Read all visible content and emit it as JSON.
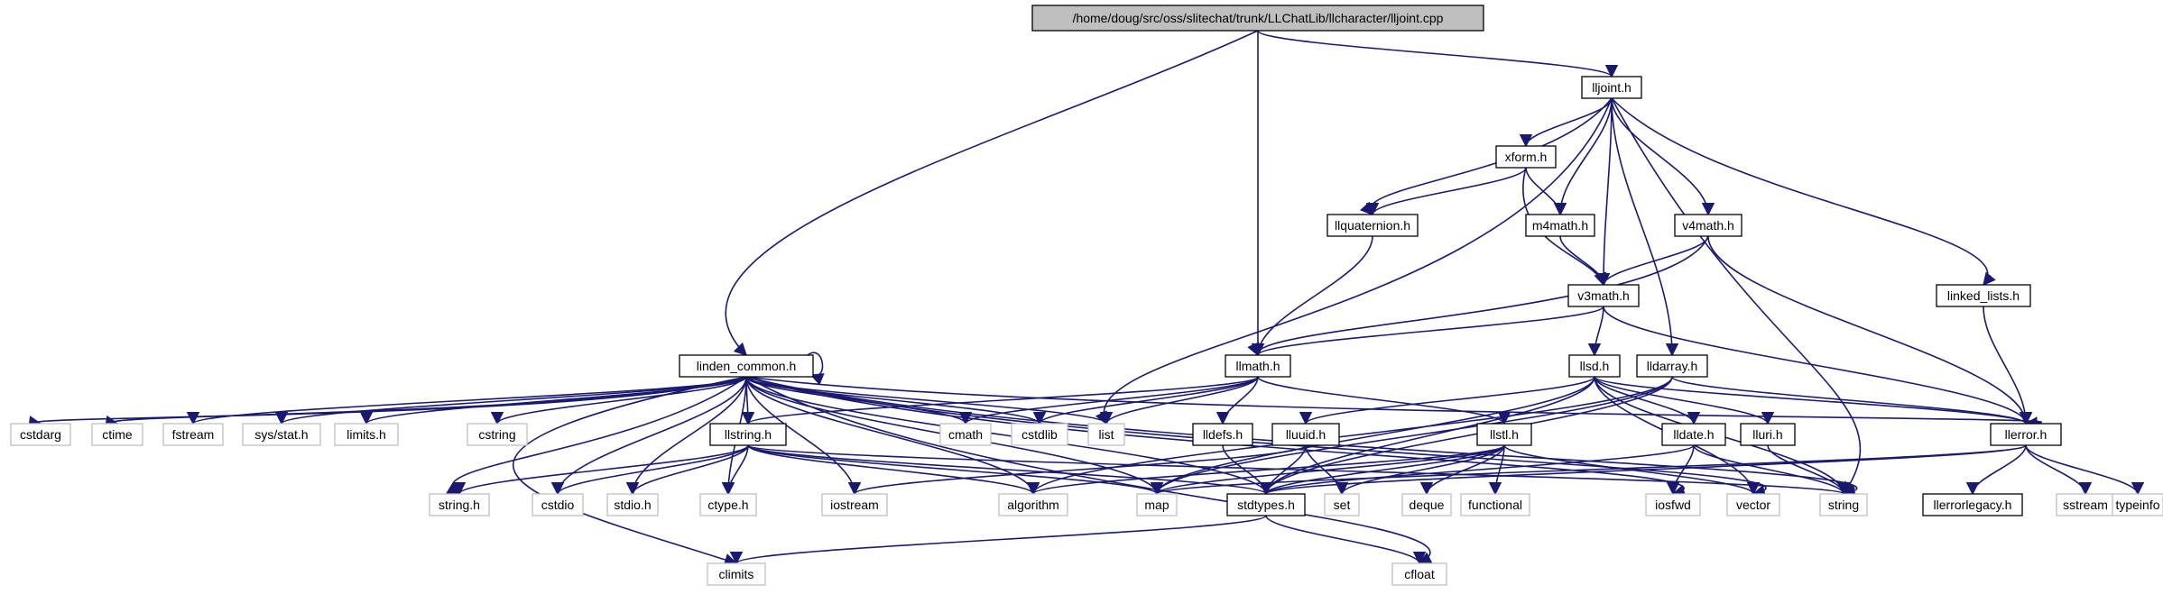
{
  "nodes": [
    {
      "id": "root",
      "label": "/home/doug/src/oss/slitechat/trunk/LLChatLib/llcharacter/lljoint.cpp",
      "kind": "root"
    },
    {
      "id": "lljoint",
      "label": "lljoint.h",
      "kind": "header"
    },
    {
      "id": "xform",
      "label": "xform.h",
      "kind": "header"
    },
    {
      "id": "llquaternion",
      "label": "llquaternion.h",
      "kind": "header"
    },
    {
      "id": "m4math",
      "label": "m4math.h",
      "kind": "header"
    },
    {
      "id": "v4math",
      "label": "v4math.h",
      "kind": "header"
    },
    {
      "id": "v3math",
      "label": "v3math.h",
      "kind": "header"
    },
    {
      "id": "linked_lists",
      "label": "linked_lists.h",
      "kind": "header"
    },
    {
      "id": "linden_common",
      "label": "linden_common.h",
      "kind": "header"
    },
    {
      "id": "llmath",
      "label": "llmath.h",
      "kind": "header"
    },
    {
      "id": "llsd",
      "label": "llsd.h",
      "kind": "header"
    },
    {
      "id": "lldarray",
      "label": "lldarray.h",
      "kind": "header"
    },
    {
      "id": "lldefs",
      "label": "lldefs.h",
      "kind": "header"
    },
    {
      "id": "lluuid",
      "label": "lluuid.h",
      "kind": "header"
    },
    {
      "id": "llstl",
      "label": "llstl.h",
      "kind": "header"
    },
    {
      "id": "lldate",
      "label": "lldate.h",
      "kind": "header"
    },
    {
      "id": "lluri",
      "label": "lluri.h",
      "kind": "header"
    },
    {
      "id": "llerror",
      "label": "llerror.h",
      "kind": "header"
    },
    {
      "id": "llstring",
      "label": "llstring.h",
      "kind": "header"
    },
    {
      "id": "stdtypes",
      "label": "stdtypes.h",
      "kind": "header"
    },
    {
      "id": "llerrorlegacy",
      "label": "llerrorlegacy.h",
      "kind": "header"
    },
    {
      "id": "cstdarg",
      "label": "cstdarg",
      "kind": "system"
    },
    {
      "id": "ctime",
      "label": "ctime",
      "kind": "system"
    },
    {
      "id": "fstream",
      "label": "fstream",
      "kind": "system"
    },
    {
      "id": "sysstat",
      "label": "sys/stat.h",
      "kind": "system"
    },
    {
      "id": "limits",
      "label": "limits.h",
      "kind": "system"
    },
    {
      "id": "cstring",
      "label": "cstring",
      "kind": "system"
    },
    {
      "id": "cmath",
      "label": "cmath",
      "kind": "system"
    },
    {
      "id": "cstdlib",
      "label": "cstdlib",
      "kind": "system"
    },
    {
      "id": "list",
      "label": "list",
      "kind": "system"
    },
    {
      "id": "stringh",
      "label": "string.h",
      "kind": "system"
    },
    {
      "id": "cstdio",
      "label": "cstdio",
      "kind": "system"
    },
    {
      "id": "stdioh",
      "label": "stdio.h",
      "kind": "system"
    },
    {
      "id": "ctypeh",
      "label": "ctype.h",
      "kind": "system"
    },
    {
      "id": "iostream",
      "label": "iostream",
      "kind": "system"
    },
    {
      "id": "algorithm",
      "label": "algorithm",
      "kind": "system"
    },
    {
      "id": "map",
      "label": "map",
      "kind": "system"
    },
    {
      "id": "set",
      "label": "set",
      "kind": "system"
    },
    {
      "id": "deque",
      "label": "deque",
      "kind": "system"
    },
    {
      "id": "functional",
      "label": "functional",
      "kind": "system"
    },
    {
      "id": "iosfwd",
      "label": "iosfwd",
      "kind": "system"
    },
    {
      "id": "vector",
      "label": "vector",
      "kind": "system"
    },
    {
      "id": "string",
      "label": "string",
      "kind": "system"
    },
    {
      "id": "sstream",
      "label": "sstream",
      "kind": "system"
    },
    {
      "id": "typeinfo",
      "label": "typeinfo",
      "kind": "system"
    },
    {
      "id": "climits",
      "label": "climits",
      "kind": "system"
    },
    {
      "id": "cfloat",
      "label": "cfloat",
      "kind": "system"
    }
  ],
  "edges": [
    [
      "root",
      "lljoint"
    ],
    [
      "root",
      "llmath"
    ],
    [
      "root",
      "linden_common"
    ],
    [
      "lljoint",
      "xform"
    ],
    [
      "lljoint",
      "llquaternion"
    ],
    [
      "lljoint",
      "m4math"
    ],
    [
      "lljoint",
      "v4math"
    ],
    [
      "lljoint",
      "v3math"
    ],
    [
      "lljoint",
      "linked_lists"
    ],
    [
      "lljoint",
      "lldarray"
    ],
    [
      "lljoint",
      "list"
    ],
    [
      "lljoint",
      "string"
    ],
    [
      "xform",
      "llquaternion"
    ],
    [
      "xform",
      "m4math"
    ],
    [
      "xform",
      "v3math"
    ],
    [
      "m4math",
      "v3math"
    ],
    [
      "v4math",
      "v3math"
    ],
    [
      "v4math",
      "llmath"
    ],
    [
      "v4math",
      "llerror"
    ],
    [
      "llquaternion",
      "llmath"
    ],
    [
      "v3math",
      "llmath"
    ],
    [
      "v3math",
      "llsd"
    ],
    [
      "v3math",
      "llerror"
    ],
    [
      "linked_lists",
      "llerror"
    ],
    [
      "linden_common",
      "linden_common"
    ],
    [
      "linden_common",
      "cstdarg"
    ],
    [
      "linden_common",
      "ctime"
    ],
    [
      "linden_common",
      "fstream"
    ],
    [
      "linden_common",
      "sysstat"
    ],
    [
      "linden_common",
      "limits"
    ],
    [
      "linden_common",
      "cstring"
    ],
    [
      "linden_common",
      "cmath"
    ],
    [
      "linden_common",
      "cstdlib"
    ],
    [
      "linden_common",
      "list"
    ],
    [
      "linden_common",
      "stringh"
    ],
    [
      "linden_common",
      "cstdio"
    ],
    [
      "linden_common",
      "stdioh"
    ],
    [
      "linden_common",
      "ctypeh"
    ],
    [
      "linden_common",
      "iostream"
    ],
    [
      "linden_common",
      "algorithm"
    ],
    [
      "linden_common",
      "map"
    ],
    [
      "linden_common",
      "llstring"
    ],
    [
      "linden_common",
      "stdtypes"
    ],
    [
      "linden_common",
      "llerror"
    ],
    [
      "linden_common",
      "climits"
    ],
    [
      "linden_common",
      "cfloat"
    ],
    [
      "linden_common",
      "iosfwd"
    ],
    [
      "linden_common",
      "vector"
    ],
    [
      "linden_common",
      "string"
    ],
    [
      "llmath",
      "cmath"
    ],
    [
      "llmath",
      "cstdlib"
    ],
    [
      "llmath",
      "list"
    ],
    [
      "llmath",
      "lldefs"
    ],
    [
      "llmath",
      "llstl"
    ],
    [
      "llmath",
      "llstring"
    ],
    [
      "llsd",
      "map"
    ],
    [
      "llsd",
      "string"
    ],
    [
      "llsd",
      "stdtypes"
    ],
    [
      "llsd",
      "lluuid"
    ],
    [
      "llsd",
      "lldate"
    ],
    [
      "llsd",
      "lluri"
    ],
    [
      "llsd",
      "llerror"
    ],
    [
      "llsd",
      "vector"
    ],
    [
      "lldarray",
      "llerror"
    ],
    [
      "lldarray",
      "map"
    ],
    [
      "lldarray",
      "stdtypes"
    ],
    [
      "lldarray",
      "algorithm"
    ],
    [
      "lldefs",
      "stdtypes"
    ],
    [
      "lluuid",
      "stdtypes"
    ],
    [
      "lluuid",
      "iostream"
    ],
    [
      "lluuid",
      "set"
    ],
    [
      "llstl",
      "map"
    ],
    [
      "llstl",
      "set"
    ],
    [
      "llstl",
      "deque"
    ],
    [
      "llstl",
      "functional"
    ],
    [
      "llstl",
      "algorithm"
    ],
    [
      "llstl",
      "vector"
    ],
    [
      "llstl",
      "stdtypes"
    ],
    [
      "lldate",
      "iosfwd"
    ],
    [
      "lldate",
      "string"
    ],
    [
      "lldate",
      "stdtypes"
    ],
    [
      "lluri",
      "string"
    ],
    [
      "llerror",
      "sstream"
    ],
    [
      "llerror",
      "typeinfo"
    ],
    [
      "llerror",
      "llerrorlegacy"
    ],
    [
      "llerror",
      "stdtypes"
    ],
    [
      "llerror",
      "map"
    ],
    [
      "llstring",
      "stringh"
    ],
    [
      "llstring",
      "cstdio"
    ],
    [
      "llstring",
      "stdioh"
    ],
    [
      "llstring",
      "ctypeh"
    ],
    [
      "llstring",
      "map"
    ],
    [
      "llstring",
      "algorithm"
    ],
    [
      "llstring",
      "string"
    ],
    [
      "llstring",
      "stdtypes"
    ],
    [
      "stdtypes",
      "climits"
    ],
    [
      "stdtypes",
      "cfloat"
    ]
  ],
  "colors": {
    "edge": "#191970",
    "header_border": "#000000",
    "system_border": "#bfbfbf",
    "root_fill": "#bfbfbf",
    "node_fill": "#ffffff"
  }
}
